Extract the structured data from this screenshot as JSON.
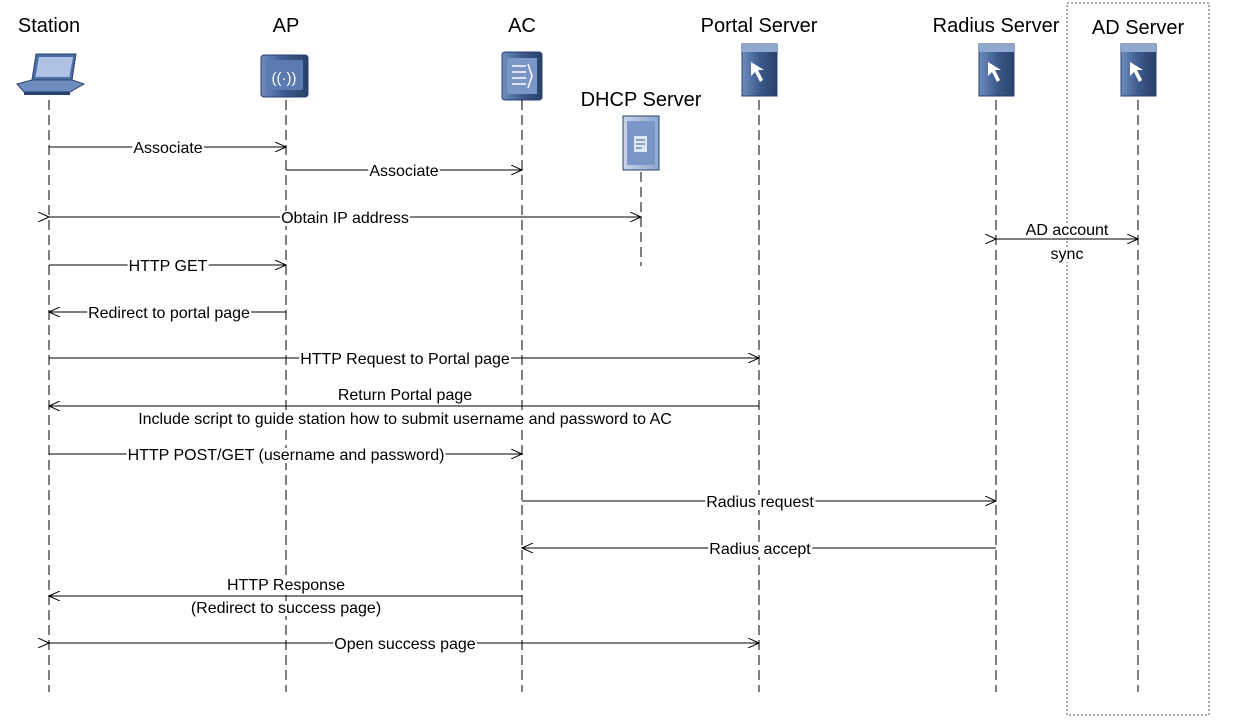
{
  "participants": {
    "station": {
      "label": "Station",
      "icon": "laptop-icon"
    },
    "ap": {
      "label": "AP",
      "icon": "access-point-icon"
    },
    "ac": {
      "label": "AC",
      "icon": "access-controller-icon"
    },
    "dhcp": {
      "label": "DHCP Server",
      "icon": "dhcp-server-icon"
    },
    "portal": {
      "label": "Portal Server",
      "icon": "portal-server-icon"
    },
    "radius": {
      "label": "Radius Server",
      "icon": "radius-server-icon"
    },
    "ad": {
      "label": "AD Server",
      "icon": "ad-server-icon"
    }
  },
  "messages": {
    "associate_station_ap": "Associate",
    "associate_ap_ac": "Associate",
    "obtain_ip": "Obtain IP address",
    "http_get": "HTTP GET",
    "redirect_portal": "Redirect to portal page",
    "http_request_portal": "HTTP Request to Portal page",
    "return_portal_line1": "Return Portal page",
    "return_portal_line2": "Include script to guide station how to submit username and password to AC",
    "http_post_get": "HTTP POST/GET (username and password)",
    "radius_request": "Radius request",
    "radius_accept": "Radius accept",
    "http_response_line1": "HTTP Response",
    "http_response_line2": "(Redirect to success page)",
    "open_success": "Open success page",
    "ad_sync_line1": "AD account",
    "ad_sync_line2": "sync"
  },
  "colors": {
    "icon_blue_dark": "#3c5a8c",
    "icon_blue_light": "#8fa8cf",
    "line": "#000000",
    "box_border": "#555555"
  }
}
